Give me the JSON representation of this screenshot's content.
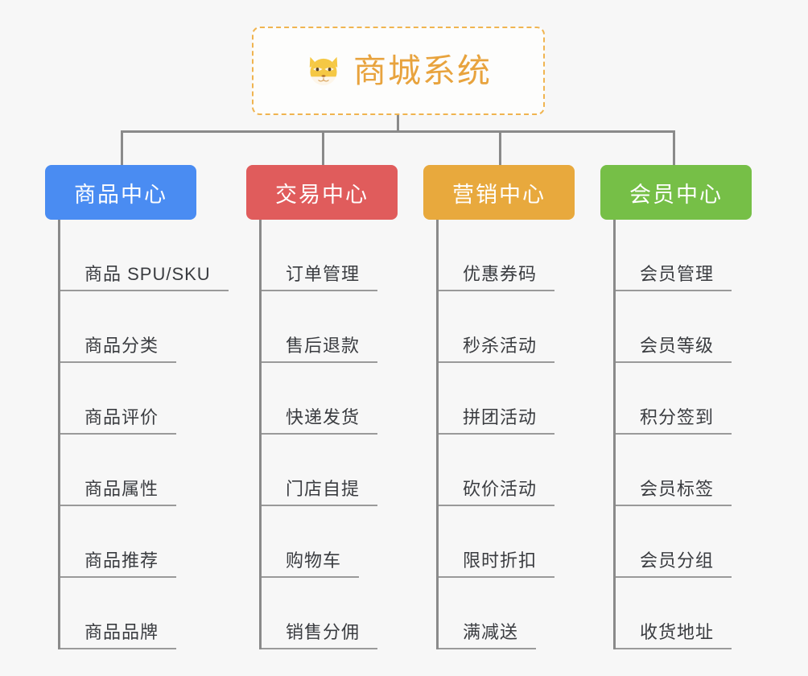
{
  "background_color": "#f7f7f7",
  "connector_color": "#8a8a8a",
  "root": {
    "title": "商城系统",
    "icon": "shiba-dog-face-icon",
    "text_color": "#e8a33d",
    "border_color": "#f0b450",
    "background_color": "#fdfdfc"
  },
  "chart_data": {
    "type": "tree",
    "title": "商城系统",
    "orientation": "top-down",
    "levels": 3,
    "branch_count": 4,
    "leaves_per_branch": 6,
    "branches": [
      {
        "label": "商品中心",
        "color": "#4a8cf2",
        "items": [
          "商品 SPU/SKU",
          "商品分类",
          "商品评价",
          "商品属性",
          "商品推荐",
          "商品品牌"
        ]
      },
      {
        "label": "交易中心",
        "color": "#e05c5c",
        "items": [
          "订单管理",
          "售后退款",
          "快递发货",
          "门店自提",
          "购物车",
          "销售分佣"
        ]
      },
      {
        "label": "营销中心",
        "color": "#e8a93d",
        "items": [
          "优惠券码",
          "秒杀活动",
          "拼团活动",
          "砍价活动",
          "限时折扣",
          "满减送"
        ]
      },
      {
        "label": "会员中心",
        "color": "#76bf47",
        "items": [
          "会员管理",
          "会员等级",
          "积分签到",
          "会员标签",
          "会员分组",
          "收货地址"
        ]
      }
    ]
  }
}
